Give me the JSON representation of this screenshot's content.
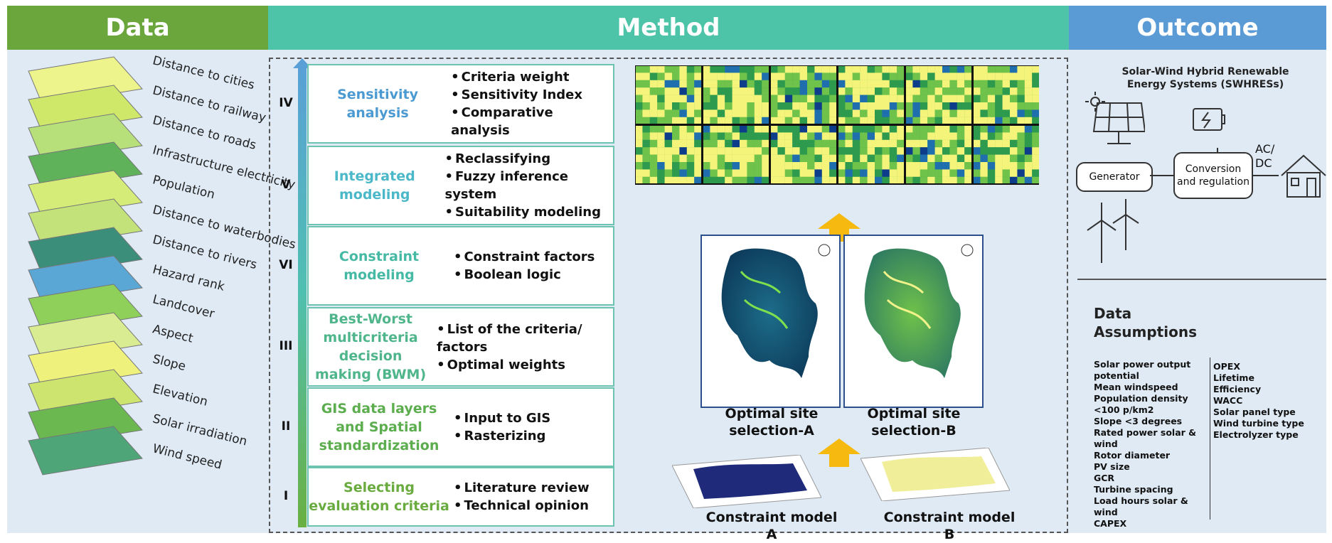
{
  "headers": {
    "data": "Data",
    "method": "Method",
    "outcome": "Outcome"
  },
  "layers": [
    "Distance to cities",
    "Distance to railway",
    "Distance to roads",
    "Infrastructure electricity",
    "Population",
    "Distance to waterbodies",
    "Distance to rivers",
    "Hazard rank",
    "Landcover",
    "Aspect",
    "Slope",
    "Elevation",
    "Solar irradiation",
    "Wind speed"
  ],
  "steps": [
    {
      "roman": "IV",
      "title": "Sensitivity analysis",
      "color": "#4b9ad1",
      "items": [
        "Criteria weight",
        "Sensitivity Index",
        "Comparative analysis"
      ]
    },
    {
      "roman": "V",
      "title": "Integrated modeling",
      "color": "#4ab8c8",
      "items": [
        "Reclassifying",
        "Fuzzy inference system",
        "Suitability modeling"
      ]
    },
    {
      "roman": "VI",
      "title": "Constraint modeling",
      "color": "#45b9a4",
      "items": [
        "Constraint factors",
        "Boolean logic"
      ]
    },
    {
      "roman": "III",
      "title": "Best-Worst multicriteria decision making (BWM)",
      "color": "#4fb58b",
      "items": [
        "List of the criteria/ factors",
        "Optimal weights"
      ]
    },
    {
      "roman": "II",
      "title": "GIS data layers and Spatial standardization",
      "color": "#5bad4d",
      "items": [
        "Input to GIS",
        "Rasterizing"
      ]
    },
    {
      "roman": "I",
      "title": "Selecting evaluation criteria",
      "color": "#6aab3f",
      "items": [
        "Literature review",
        "Technical opinion"
      ]
    }
  ],
  "optimal": {
    "a": "Optimal site selection-A",
    "b": "Optimal site selection-B"
  },
  "constraint": {
    "a": "Constraint model A",
    "b": "Constraint model B"
  },
  "outcome": {
    "title": "Solar-Wind Hybrid Renewable Energy Systems (SWHRESs)",
    "generator": "Generator",
    "conversion": "Conversion and regulation",
    "acdc": "AC/ DC",
    "assumptions_title": "Data Assumptions",
    "left": [
      "Solar power output potential",
      "Mean windspeed",
      "Population density <100 p/km2",
      "Slope <3 degrees",
      "Rated power solar & wind",
      "Rotor diameter",
      "PV size",
      "GCR",
      "Turbine spacing",
      "Load hours solar & wind",
      "CAPEX"
    ],
    "right": [
      "OPEX",
      "Lifetime",
      "Efficiency",
      "WACC",
      "Solar panel type",
      "Wind turbine type",
      "Electrolyzer type"
    ]
  },
  "colors": {
    "data": "#6aa63c",
    "method": "#4dc4a8",
    "outcome": "#5b9bd5",
    "bg": "#dfeaf5"
  }
}
